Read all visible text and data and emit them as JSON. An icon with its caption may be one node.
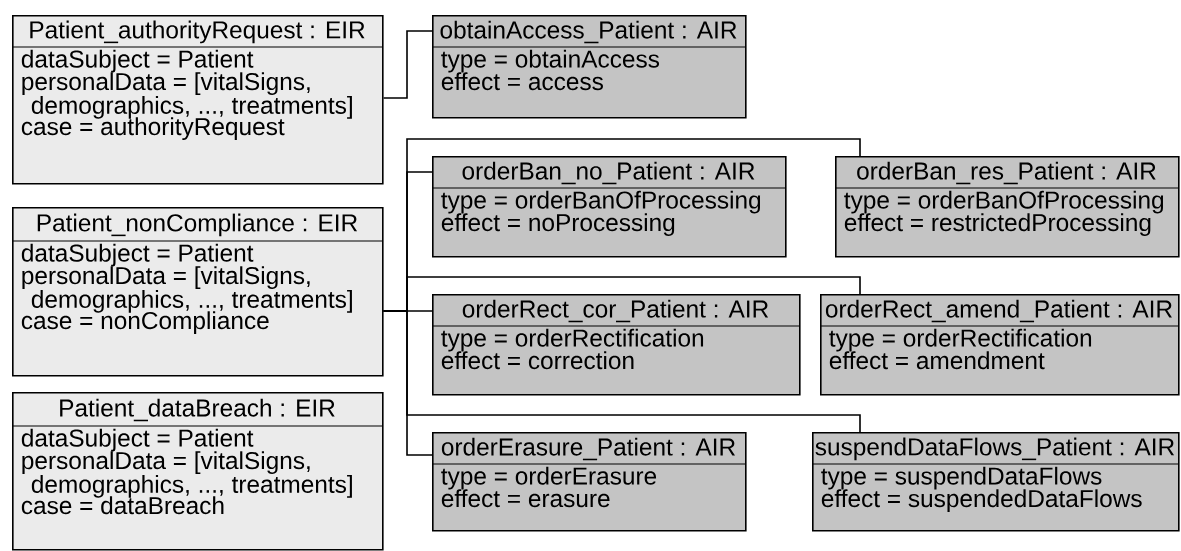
{
  "diagram": {
    "nodes": [
      {
        "text": [
          "Patient_authorityRequest : EIR",
          "dataSubject = Patient",
          "personalData = [vitalSigns, demographics, ..., treatments]",
          "case = authorityRequest"
        ]
      },
      {
        "text": [
          "Patient_nonCompliance : EIR",
          "dataSubject = Patient",
          "personalData = [vitalSigns, demographics, ..., treatments]",
          "case = nonCompliance"
        ]
      },
      {
        "text": [
          "Patient_dataBreach : EIR",
          "dataSubject = Patient",
          "personalData = [vitalSigns, demographics, ..., treatments]",
          "case = dataBreach"
        ]
      },
      {
        "text": [
          "obtainAccess_Patient : AIR",
          "type = obtainAccess",
          "effect = access"
        ]
      },
      {
        "text": [
          "orderBan_no_Patient : AIR",
          "type = orderBanOfProcessing",
          "effect = noProcessing"
        ]
      },
      {
        "text": [
          "orderBan_res_Patient : AIR",
          "type = orderBanOfProcessing",
          "effect = restrictedProcessing"
        ]
      },
      {
        "text": [
          "orderRect_cor_Patient : AIR",
          "type = orderRectification",
          "effect = correction"
        ]
      },
      {
        "text": [
          "orderRect_amend_Patient : AIR",
          "type = orderRectification",
          "effect = amendment"
        ]
      },
      {
        "text": [
          "orderErasure_Patient : AIR",
          "type = orderErasure",
          "effect = erasure"
        ]
      },
      {
        "text": [
          "suspendDataFlows_Patient : AIR",
          "type = suspendDataFlows",
          "effect = suspendedDataFlows"
        ]
      }
    ],
    "edges": [
      {
        "from": 0,
        "to": 3,
        "arrow": "none"
      },
      {
        "from": 1,
        "to": 4,
        "arrow": "none"
      },
      {
        "from": 1,
        "to": 5,
        "arrow": "none"
      },
      {
        "from": 1,
        "to": 6,
        "arrow": "none"
      },
      {
        "from": 1,
        "to": 7,
        "arrow": "none"
      },
      {
        "from": 1,
        "to": 8,
        "arrow": "none"
      },
      {
        "from": 1,
        "to": 9,
        "arrow": "none"
      }
    ]
  }
}
